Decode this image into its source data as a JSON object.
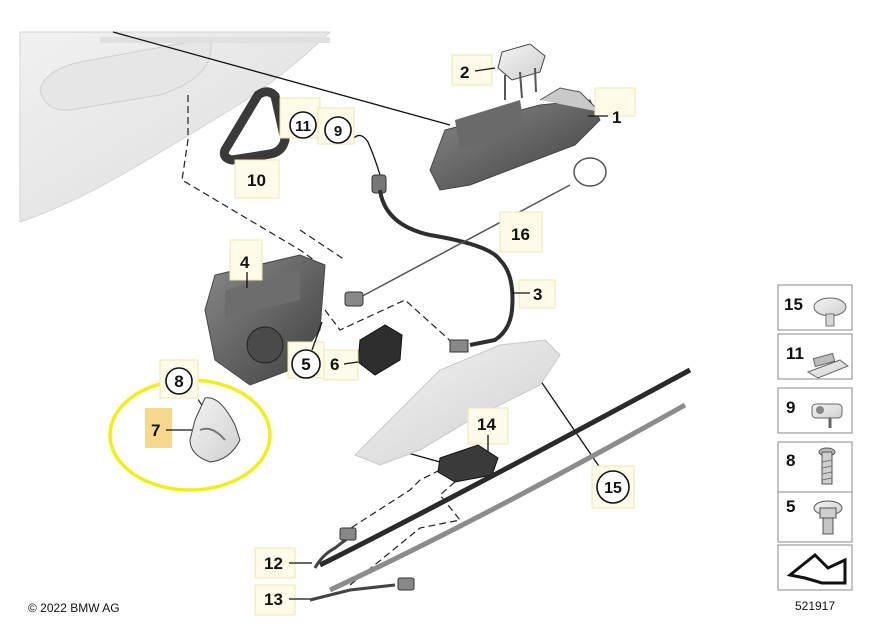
{
  "callouts": {
    "c1": "1",
    "c2": "2",
    "c3": "3",
    "c4": "4",
    "c5": "5",
    "c6": "6",
    "c7": "7",
    "c8": "8",
    "c9": "9",
    "c10": "10",
    "c11": "11",
    "c12": "12",
    "c13": "13",
    "c14": "14",
    "c15": "15",
    "c16": "16"
  },
  "legend": {
    "items": [
      "15",
      "11",
      "9",
      "8",
      "5"
    ],
    "diagram_number": "521917"
  },
  "footer": {
    "copyright": "© 2022 BMW AG"
  },
  "colors": {
    "highlight_ellipse": "#f2ee1a",
    "highlight_box": "#f7d98b",
    "tag_bg": "#fffbe8"
  }
}
